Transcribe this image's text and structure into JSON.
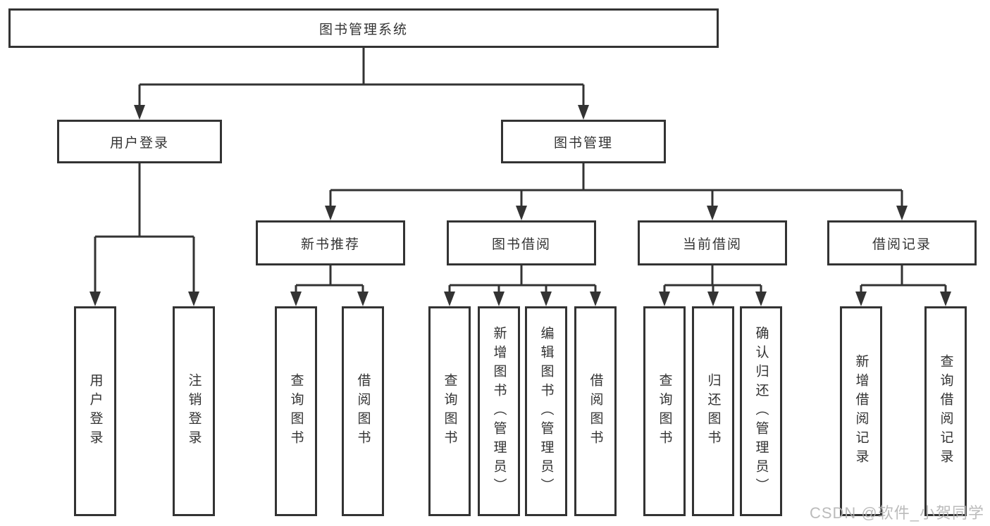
{
  "diagram": {
    "root": {
      "label": "图书管理系统"
    },
    "login": {
      "label": "用户登录",
      "children": [
        {
          "label": "用户登录"
        },
        {
          "label": "注销登录"
        }
      ]
    },
    "mgmt": {
      "label": "图书管理",
      "sections": [
        {
          "label": "新书推荐",
          "children": [
            {
              "label": "查询图书"
            },
            {
              "label": "借阅图书"
            }
          ]
        },
        {
          "label": "图书借阅",
          "children": [
            {
              "label": "查询图书"
            },
            {
              "label": "新增图书（管理员）"
            },
            {
              "label": "编辑图书（管理员）"
            },
            {
              "label": "借阅图书"
            }
          ]
        },
        {
          "label": "当前借阅",
          "children": [
            {
              "label": "查询图书"
            },
            {
              "label": "归还图书"
            },
            {
              "label": "确认归还（管理员）"
            }
          ]
        },
        {
          "label": "借阅记录",
          "children": [
            {
              "label": "新增借阅记录"
            },
            {
              "label": "查询借阅记录"
            }
          ]
        }
      ]
    }
  },
  "watermark": {
    "text": "CSDN @软件_小贺同学"
  },
  "colors": {
    "line": "#333333",
    "text": "#333333",
    "background": "#ffffff",
    "watermark": "#b2b2b2"
  }
}
